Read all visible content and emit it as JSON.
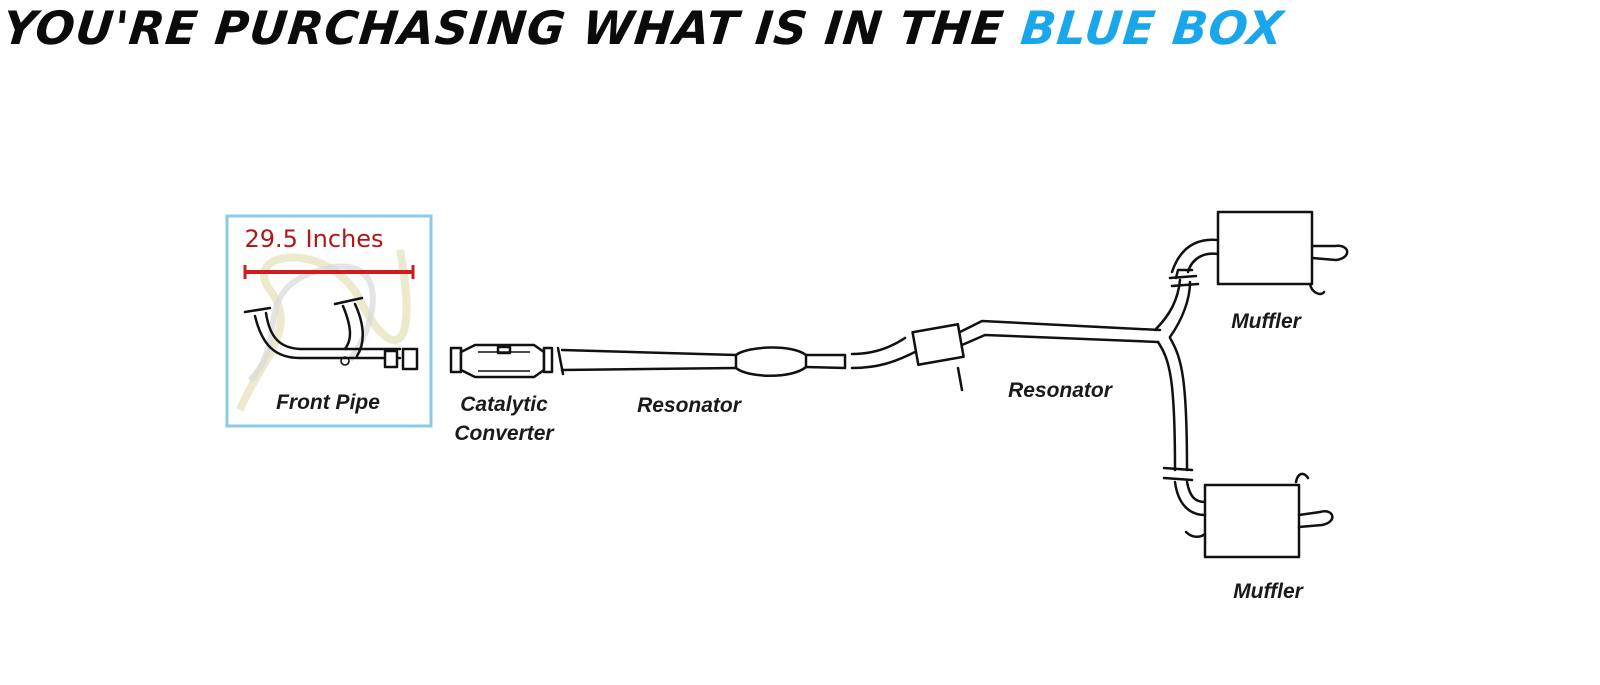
{
  "header": {
    "title_prefix": "YOU'RE PURCHASING WHAT IS IN THE",
    "title_accent": "BLUE BOX"
  },
  "colors": {
    "accent_blue": "#1aa6ea",
    "highlight_box": "#8ccbe8",
    "measurement_red": "#b01818",
    "line": "#111111"
  },
  "diagram": {
    "measurement": "29.5 Inches",
    "labels": {
      "front_pipe": "Front Pipe",
      "catalytic_line1": "Catalytic",
      "catalytic_line2": "Converter",
      "resonator_1": "Resonator",
      "resonator_2": "Resonator",
      "muffler_top": "Muffler",
      "muffler_bottom": "Muffler"
    }
  }
}
